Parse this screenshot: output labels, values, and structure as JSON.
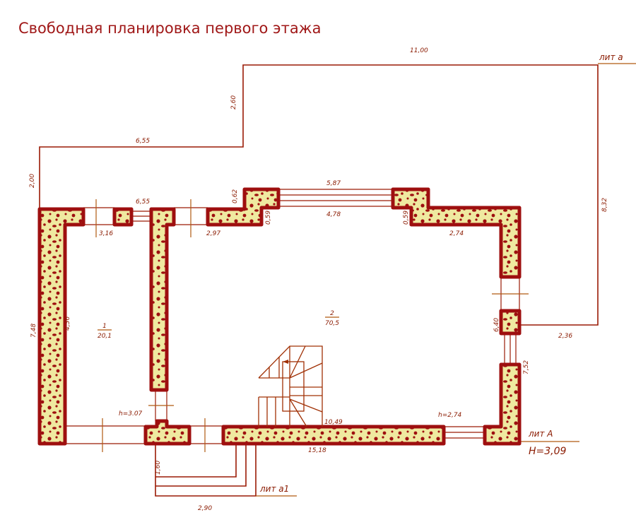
{
  "title": "Свободная планировка первого этажа",
  "colors": {
    "title": "#a01818",
    "wall_outline": "#9e0f0f",
    "wall_fill": "#efe9a0",
    "lines": "#9a1a05",
    "text": "#8a1a00"
  },
  "dimensions": {
    "top_extension_width": "11,00",
    "top_extension_height": "2,60",
    "left_extension_width": "6,55",
    "left_extension_height": "2,00",
    "upper_wall_segment": "6,55",
    "left_window": "3,16",
    "middle_window": "2,97",
    "bay_depth_left": "0,62",
    "bay_offset_left": "0,59",
    "bay_outer_width": "5,87",
    "bay_inner_width": "4,78",
    "bay_offset_right": "0,59",
    "right_upper_wall": "2,74",
    "right_extension_height": "8,32",
    "right_extension_width": "2,36",
    "right_wall_lower": "6,40",
    "right_wall_bottom": "7,52",
    "left_outer_height": "7,48",
    "left_inner_height": "4,36",
    "stair_dim": "10,49",
    "bottom_wall": "15,18",
    "porch_height": "1,60",
    "porch_width": "2,90"
  },
  "rooms": [
    {
      "number": "1",
      "area": "20,1",
      "height": "h=3.07"
    },
    {
      "number": "2",
      "area": "70,5",
      "height": "h=2,74"
    }
  ],
  "labels": {
    "lit_a_small": "лит а",
    "lit_a_main": "лит А",
    "main_height": "H=3,09",
    "lit_a1": "лит а1"
  }
}
